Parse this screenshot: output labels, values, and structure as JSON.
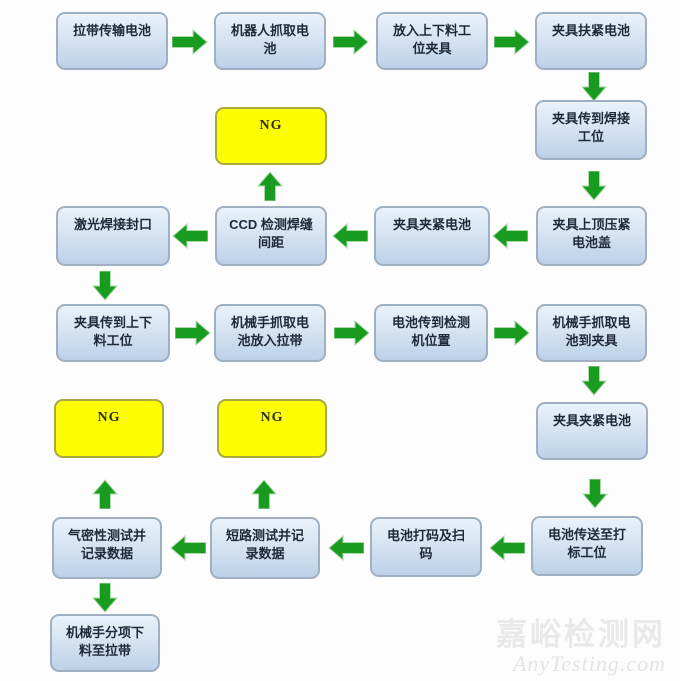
{
  "flowchart": {
    "title_implicit": "",
    "ng_label": "NG",
    "nodes": {
      "n1": {
        "label": "拉带传输电池"
      },
      "n2": {
        "label": "机器人抓取电\n池"
      },
      "n3": {
        "label": "放入上下料工\n位夹具"
      },
      "n4": {
        "label": "夹具扶紧电池"
      },
      "n5": {
        "label": "夹具传到焊接\n工位"
      },
      "n6": {
        "label": "夹具上顶压紧\n电池盖"
      },
      "n7": {
        "label": "夹具夹紧电池"
      },
      "n8": {
        "label": "CCD 检测焊缝\n间距"
      },
      "n9": {
        "label": "激光焊接封口"
      },
      "n10": {
        "label": "夹具传到上下\n料工位"
      },
      "n11": {
        "label": "机械手抓取电\n池放入拉带"
      },
      "n12": {
        "label": "电池传到检测\n机位置"
      },
      "n13": {
        "label": "机械手抓取电\n池到夹具"
      },
      "n14": {
        "label": "夹具夹紧电池"
      },
      "n15": {
        "label": "电池传送至打\n标工位"
      },
      "n16": {
        "label": "电池打码及扫\n码"
      },
      "n17": {
        "label": "短路测试并记\n录数据"
      },
      "n18": {
        "label": "气密性测试并\n记录数据"
      },
      "n19": {
        "label": "机械手分项下\n料至拉带"
      }
    },
    "colors": {
      "node_fill_top": "#eaf2fa",
      "node_fill_bottom": "#bcd1e9",
      "node_border": "#9fb0c3",
      "ng_fill": "#fdfd04",
      "ng_border": "#a9a93c",
      "arrow_green": "#189b1e",
      "text": "#1e2a3a"
    }
  },
  "watermark": {
    "line1": "嘉峪检测网",
    "line2": "AnyTesting.com"
  }
}
